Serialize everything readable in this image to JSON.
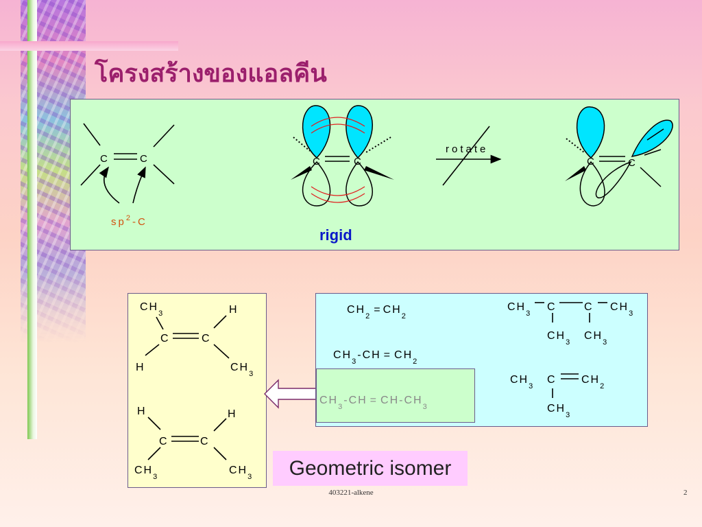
{
  "slide": {
    "title": "โครงสร้างของแอลคีน",
    "footer_text": "403221-alkene",
    "page_number": "2"
  },
  "top_panel": {
    "atom_c": "C",
    "hybrid_label": {
      "base": "sp",
      "sup": "2",
      "suffix": "-C"
    },
    "rotate_label": "rotate",
    "rigid_label": "rigid"
  },
  "cis_trans_panel": {
    "cis": {
      "top_left": "CH",
      "top_left_sub": "3",
      "top_right": "H",
      "bottom_left": "H",
      "bottom_right": "CH",
      "bottom_right_sub": "3"
    },
    "trans": {
      "top_left": "H",
      "top_right": "H",
      "bottom_left": "CH",
      "bottom_left_sub": "3",
      "bottom_right": "CH",
      "bottom_right_sub": "3"
    }
  },
  "examples_panel": {
    "ethene": {
      "left": "CH",
      "left_sub": "2",
      "eq": "=",
      "right": "CH",
      "right_sub": "2"
    },
    "propene": {
      "a": "CH",
      "a_sub": "3",
      "b": "-CH",
      "eq": "=",
      "c": "CH",
      "c_sub": "2"
    },
    "butene2": {
      "a": "CH",
      "a_sub": "3",
      "b": "-CH",
      "eq": "=",
      "c": "CH",
      "d": "-CH",
      "d_sub": "3"
    },
    "tetramethyl": {
      "left": "CH",
      "left_sub": "3",
      "c1": "C",
      "c2": "C",
      "right": "CH",
      "right_sub": "3",
      "sub1": "CH",
      "sub1_sub": "3",
      "sub2": "CH",
      "sub2_sub": "3"
    },
    "methylpropene": {
      "left": "CH",
      "left_sub": "3",
      "c1": "C",
      "right": "CH",
      "right_sub": "2",
      "sub": "CH",
      "sub_sub": "3"
    }
  },
  "geometric_label": "Geometric isomer",
  "colors": {
    "title": "#9b1f6c",
    "orbital": "#00e5ff",
    "orange_text": "#d2500e",
    "rigid_text": "#0a19c8",
    "pi_arc": "#e02020",
    "green_panel": "#ccffcc",
    "yellow_panel": "#ffffcc",
    "cyan_panel": "#ccffff",
    "pink_label": "#ffccff"
  }
}
